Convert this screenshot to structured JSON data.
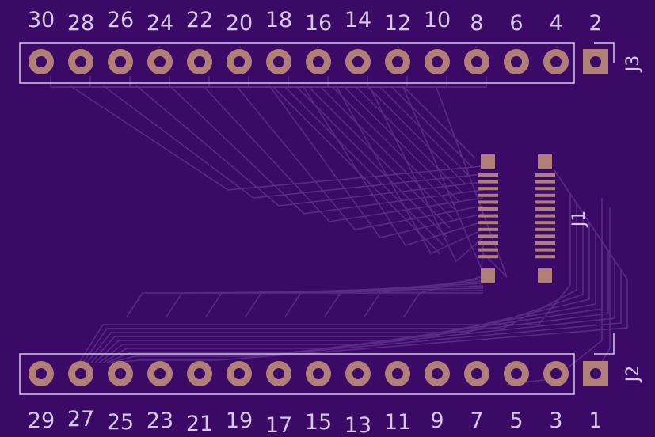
{
  "board": {
    "colors": {
      "background": "#3a0a66",
      "trace": "#5a2c88",
      "silkscreen": "#d8c8e8",
      "pad": "#b08078",
      "drill": "#3a0a66"
    }
  },
  "connectors": {
    "J3": {
      "ref": "J3",
      "pins": [
        "30",
        "28",
        "26",
        "24",
        "22",
        "20",
        "18",
        "16",
        "14",
        "12",
        "10",
        "8",
        "6",
        "4",
        "2"
      ]
    },
    "J2": {
      "ref": "J2",
      "pins": [
        "29",
        "27",
        "25",
        "23",
        "21",
        "19",
        "17",
        "15",
        "13",
        "11",
        "9",
        "7",
        "5",
        "3",
        "1"
      ]
    },
    "J1": {
      "ref": "J1"
    }
  }
}
